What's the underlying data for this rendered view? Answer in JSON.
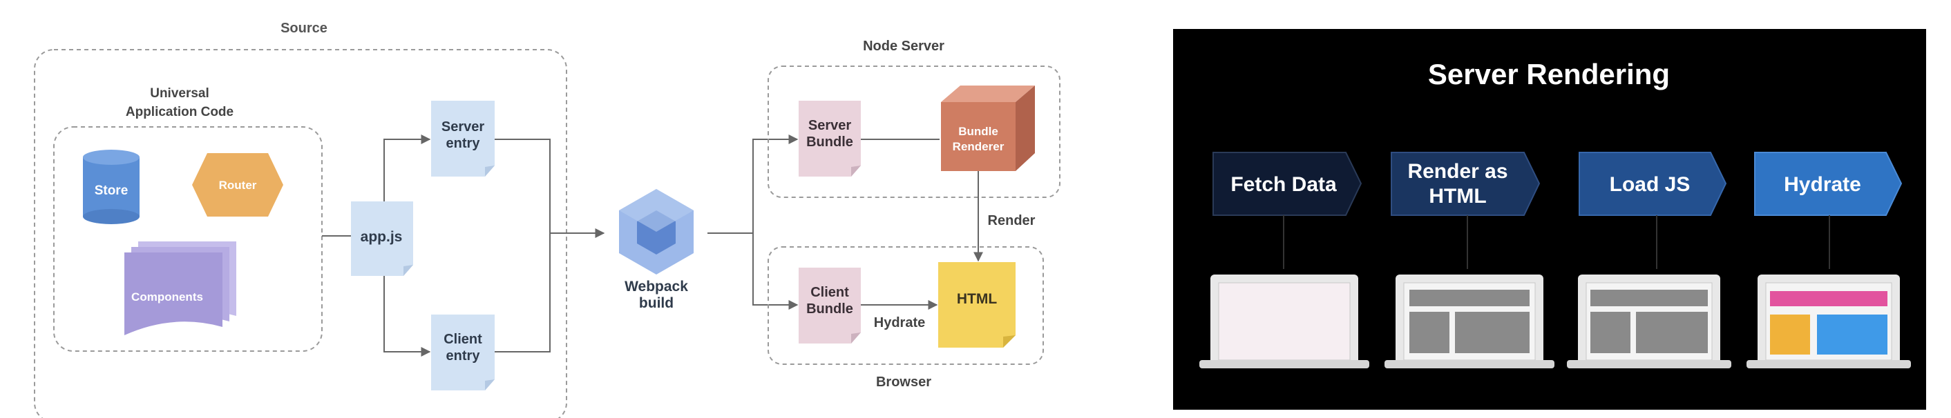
{
  "left_diagram": {
    "source_title": "Source",
    "universal_title": [
      "Universal",
      "Application Code"
    ],
    "store": "Store",
    "router": "Router",
    "components": "Components",
    "appjs": "app.js",
    "server_entry": [
      "Server",
      "entry"
    ],
    "client_entry": [
      "Client",
      "entry"
    ],
    "webpack": [
      "Webpack",
      "build"
    ],
    "node_server_title": "Node Server",
    "server_bundle": [
      "Server",
      "Bundle"
    ],
    "bundle_renderer": [
      "Bundle",
      "Renderer"
    ],
    "render_label": "Render",
    "browser_title": "Browser",
    "client_bundle": [
      "Client",
      "Bundle"
    ],
    "hydrate_label": "Hydrate",
    "html_label": "HTML"
  },
  "right_slide": {
    "title": "Server Rendering",
    "steps": [
      {
        "lines": [
          "Fetch Data"
        ],
        "color": "#0f1b33"
      },
      {
        "lines": [
          "Render as",
          "HTML"
        ],
        "color": "#1a3560"
      },
      {
        "lines": [
          "Load JS"
        ],
        "color": "#23508f"
      },
      {
        "lines": [
          "Hydrate"
        ],
        "color": "#2f74c4"
      }
    ]
  },
  "colors": {
    "store": "#5b8fd6",
    "router": "#ebb062",
    "components": "#a59ad9",
    "entry": "#d2e2f4",
    "bundle": "#ead3dc",
    "renderer": "#cf7d62",
    "html": "#f4d35e",
    "webpack": "#6f96d8",
    "slide_bg": "#000000"
  }
}
